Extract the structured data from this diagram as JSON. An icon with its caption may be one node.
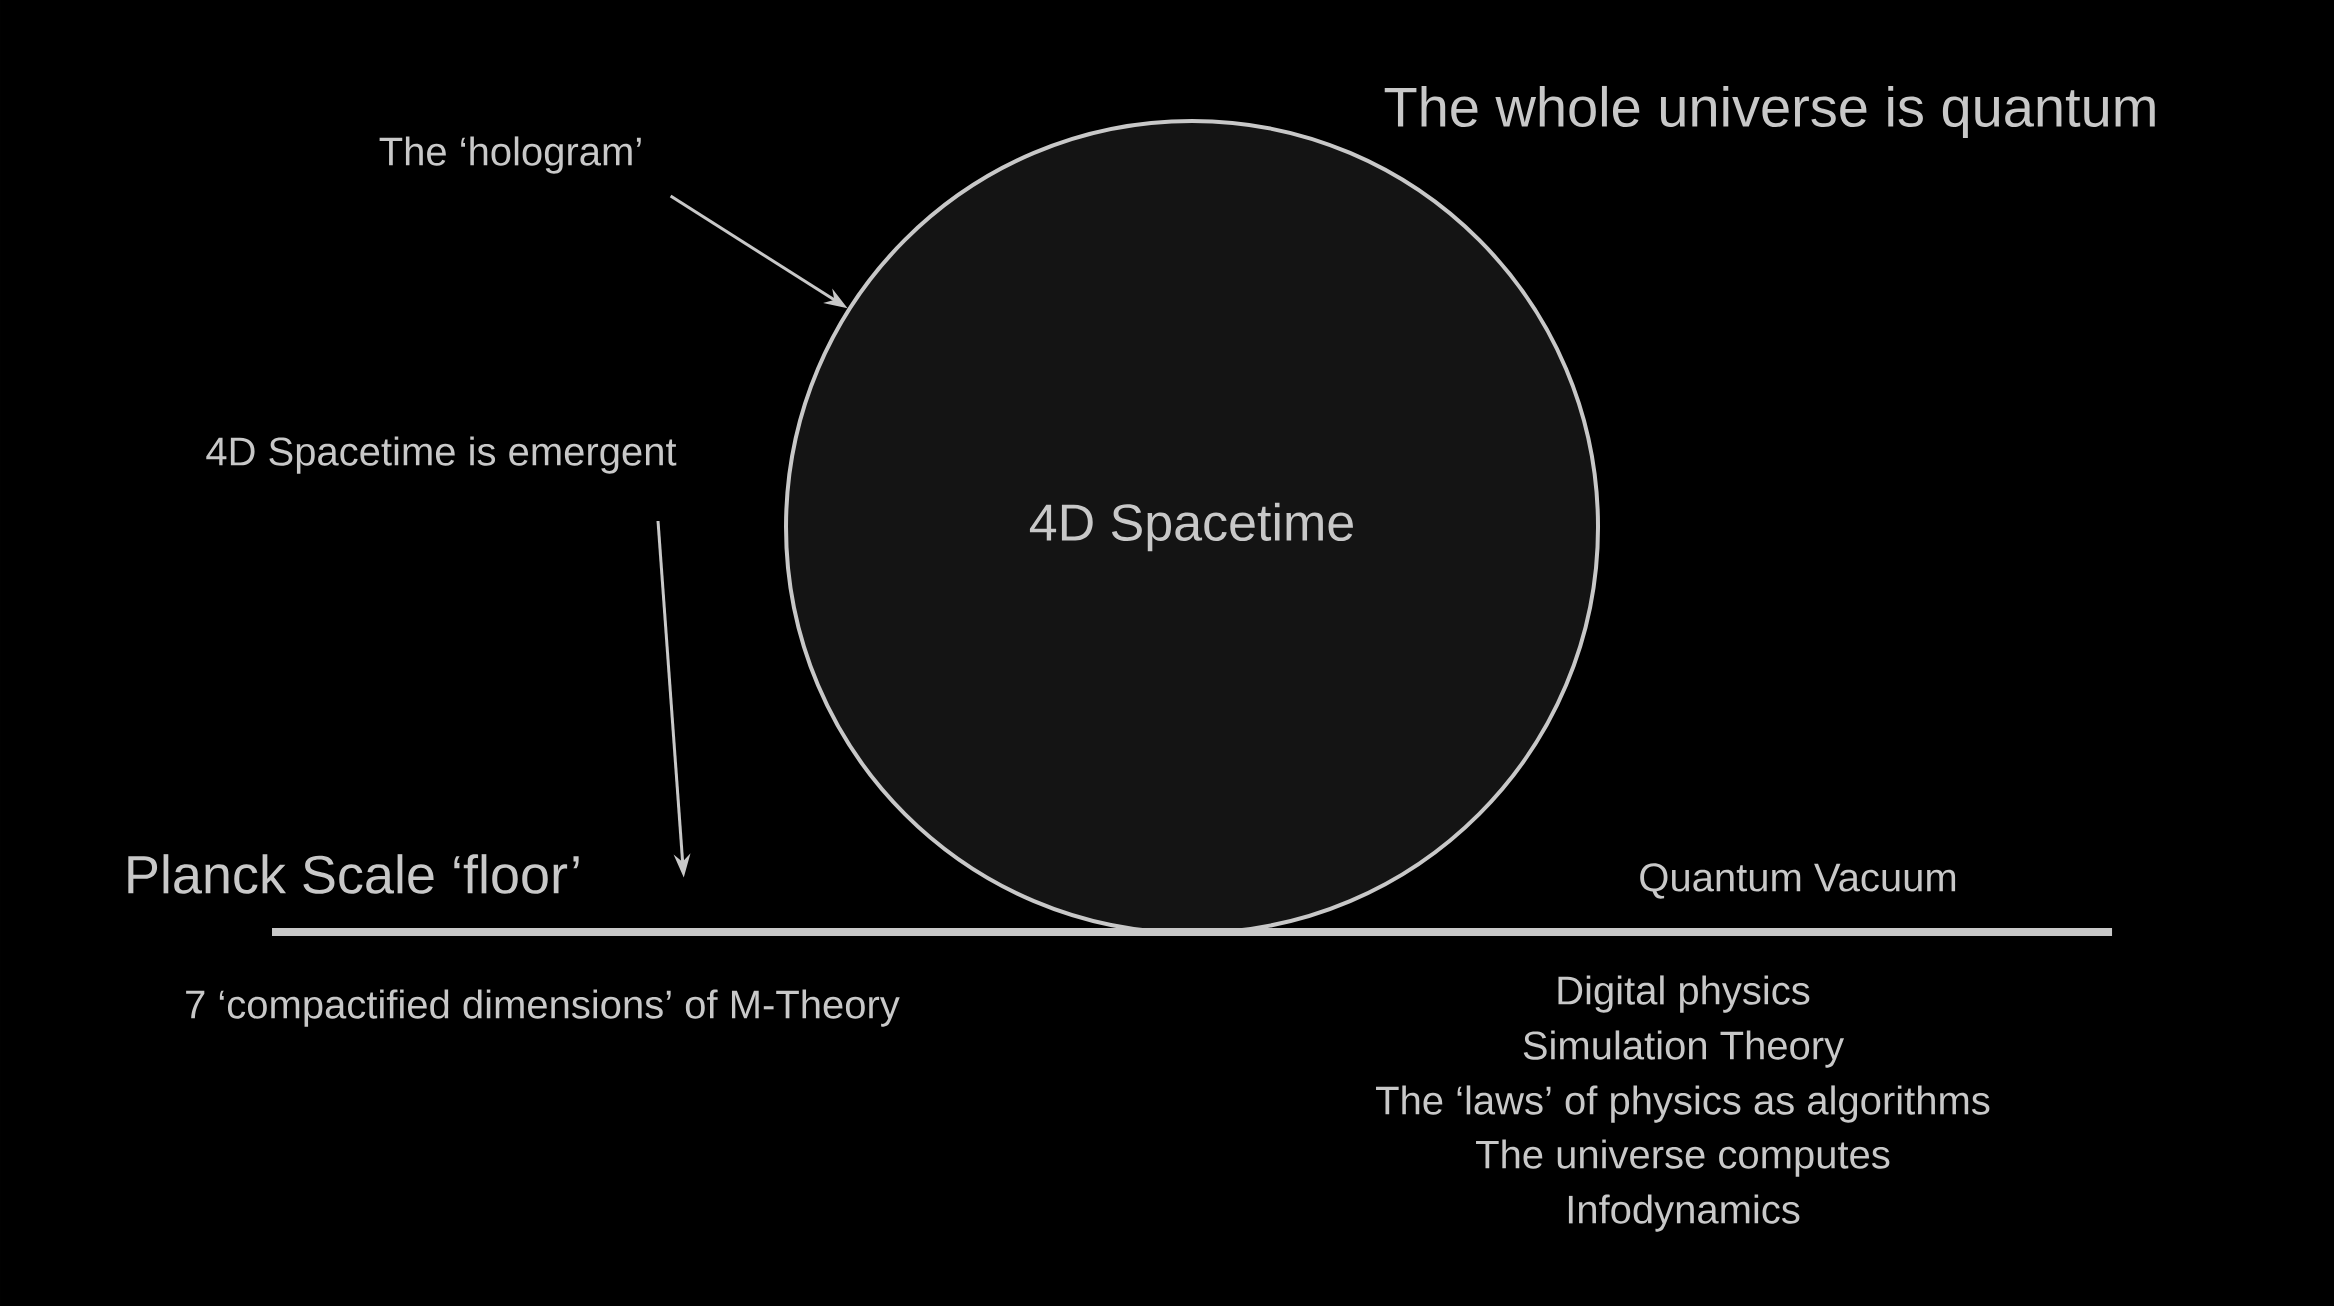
{
  "diagram": {
    "title": "The whole universe is quantum",
    "nodes": [
      {
        "text": [
          "The ‘hologram’"
        ]
      },
      {
        "text": [
          "4D Spacetime"
        ]
      },
      {
        "text": [
          "4D Spacetime is emergent"
        ]
      },
      {
        "text": [],
        "shape": "bar"
      }
    ],
    "edges": [
      {
        "from": 0,
        "to": 1,
        "arrow": "to"
      },
      {
        "from": 2,
        "to": 3,
        "arrow": "to"
      }
    ],
    "labels": [
      "Planck Scale ‘floor’",
      "Quantum Vacuum",
      "7 ‘compactified dimensions’ of M-Theory",
      "Digital physics",
      "Simulation Theory",
      "The ‘laws’ of physics as algorithms",
      "The universe computes",
      "Infodynamics"
    ]
  }
}
